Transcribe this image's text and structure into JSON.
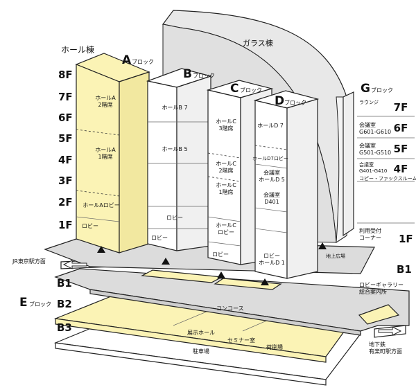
{
  "colors": {
    "yellow": "#fbf3b5",
    "grey": "#dcdcdc",
    "line": "#222222"
  },
  "header": {
    "hall_building": "ホール棟",
    "glass_building": "ガラス棟"
  },
  "floors": {
    "f8": "8F",
    "f7": "7F",
    "f6": "6F",
    "f5": "5F",
    "f4": "4F",
    "f3": "3F",
    "f2": "2F",
    "f1": "1F",
    "b1": "B1",
    "b2": "B2",
    "b3": "B3"
  },
  "block_suffix": "ブロック",
  "block_a": {
    "letter": "A",
    "hall_2": "ホールA\n2階席",
    "hall_1": "ホールA\n1階席",
    "hall_lobby": "ホールAロビー",
    "lobby": "ロビー"
  },
  "block_b": {
    "letter": "B",
    "hall_b7": "ホールB 7",
    "hall_b5": "ホールB 5",
    "lobby_upper": "ロビー",
    "lobby": "ロビー"
  },
  "block_c": {
    "letter": "C",
    "hall_3": "ホールC\n3階席",
    "hall_2": "ホールC\n2階席",
    "hall_1": "ホールC\n1階席",
    "hall_lobby": "ホールC\nロビー",
    "lobby": "ロビー"
  },
  "block_d": {
    "letter": "D",
    "hall_d7": "ホールD 7",
    "hall_d7_lobby": "ホールD7ロビー",
    "conf_d5": "会議室\nホールD 5",
    "conf_d401": "会議室\nD401",
    "lobby": "ロビー\nホールD 1"
  },
  "block_g": {
    "letter": "G",
    "lounge": "ラウンジ",
    "conf_6": "会議室\nG601-G610",
    "conf_5": "会議室\nG501-G510",
    "conf_4": "会議室\nG401-G410",
    "copy_fax": "コピー・ファックスルーム",
    "f7": "7F",
    "f6": "6F",
    "f5": "5F",
    "f4": "4F"
  },
  "first_floor": {
    "label": "1F",
    "reception": "利用受付\nコーナー",
    "plaza": "地上広場"
  },
  "b1": {
    "label": "B1",
    "lobby_gallery": "ロビーギャラリー\n総合案内所",
    "concourse": "コンコース"
  },
  "block_e": {
    "letter": "E"
  },
  "b2": {
    "exhibition": "展示ホール",
    "seminar": "セミナー室",
    "loading": "荷捌場"
  },
  "b3": {
    "parking": "駐車場"
  },
  "directions": {
    "jr": "JR東京駅方面",
    "subway": "地下鉄\n有楽町駅方面"
  }
}
